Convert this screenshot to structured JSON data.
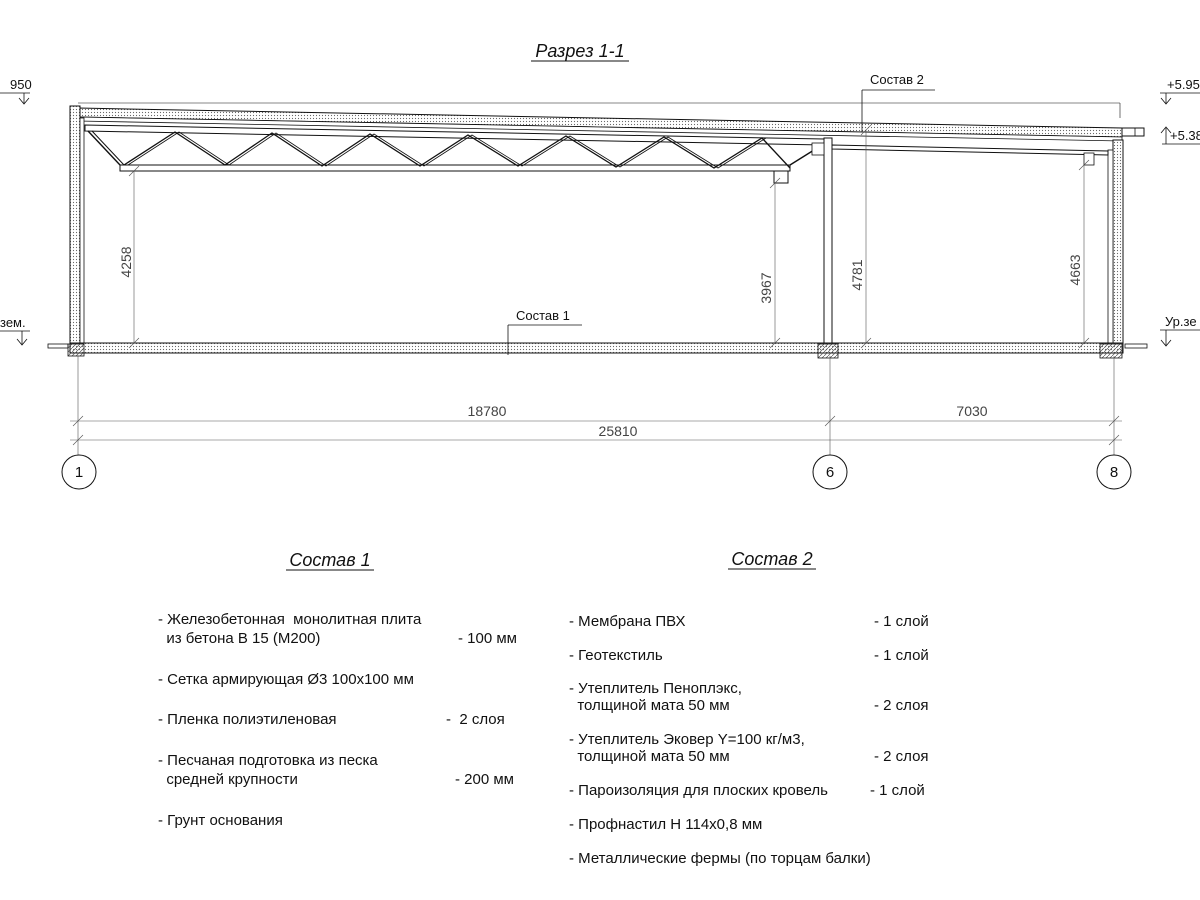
{
  "section_title": "Разрез 1-1",
  "elevations": {
    "left_top": "950",
    "right_top": "+5.95",
    "right_mid": "+5.38",
    "left_ground": "зем.",
    "right_ground": "Ур.зе"
  },
  "callouts": {
    "roof": "Состав 2",
    "floor": "Состав 1"
  },
  "heights": {
    "h1": "4258",
    "h2": "3967",
    "h3": "4781",
    "h4": "4663"
  },
  "spans": {
    "span_1_6": "18780",
    "span_6_8": "7030",
    "total": "25810"
  },
  "axes": [
    "1",
    "6",
    "8"
  ],
  "sostav1": {
    "title": "Состав 1",
    "lines": [
      "- Железобетонная  монолитная плита",
      "  из бетона В 15 (М200)",
      "- Сетка армирующая Ø3 100х100 мм",
      "- Пленка полиэтиленовая",
      "- Песчаная подготовка из песка",
      "  средней крупности",
      "- Грунт основания"
    ],
    "values": [
      "- 100 мм",
      "-  2 слоя",
      "- 200 мм"
    ]
  },
  "sostav2": {
    "title": "Состав 2",
    "lines": [
      "- Мембрана ПВХ",
      "- Геотекстиль",
      "- Утеплитель Пеноплэкс,",
      "  толщиной мата 50 мм",
      "- Утеплитель Эковер Y=100 кг/м3,",
      "  толщиной мата 50 мм",
      "- Пароизоляция для плоских кровель",
      "- Профнастил Н 114х0,8 мм",
      "- Металлические фермы (по торцам балки)"
    ],
    "values": [
      "- 1 слой",
      "- 1 слой",
      "- 2 слоя",
      "- 2 слоя",
      "- 1 слой"
    ]
  }
}
